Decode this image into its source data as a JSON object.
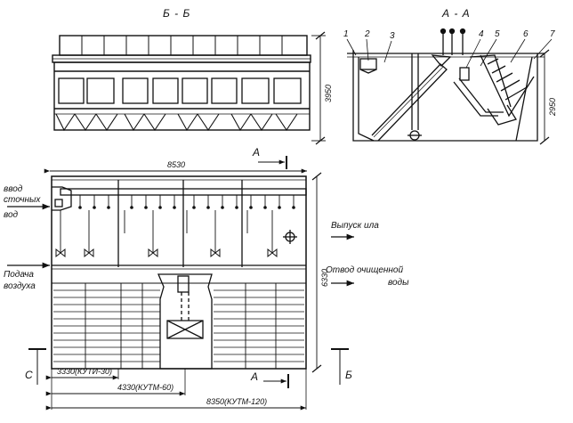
{
  "section_bb": "Б - Б",
  "section_aa": "А - А",
  "callouts": [
    "1",
    "2",
    "3",
    "4",
    "5",
    "6",
    "7"
  ],
  "dims": {
    "height_bb": "3950",
    "height_aa": "2950",
    "top_width": "8530",
    "plan_height": "6330",
    "w1": "3330(КУТИ-30)",
    "w2": "4330(КУТМ-60)",
    "w3": "8350(КУТМ-120)"
  },
  "cut_marks": {
    "a_top": "А",
    "a_bottom": "А",
    "b_left": "С",
    "b_right": "Б"
  },
  "labels": {
    "inlet": [
      "ввод",
      "сточных",
      "вод"
    ],
    "air": [
      "Подача",
      "воздуха"
    ],
    "sludge": "Выпуск ила",
    "outlet": [
      "Отвод очищенной",
      "воды"
    ]
  }
}
